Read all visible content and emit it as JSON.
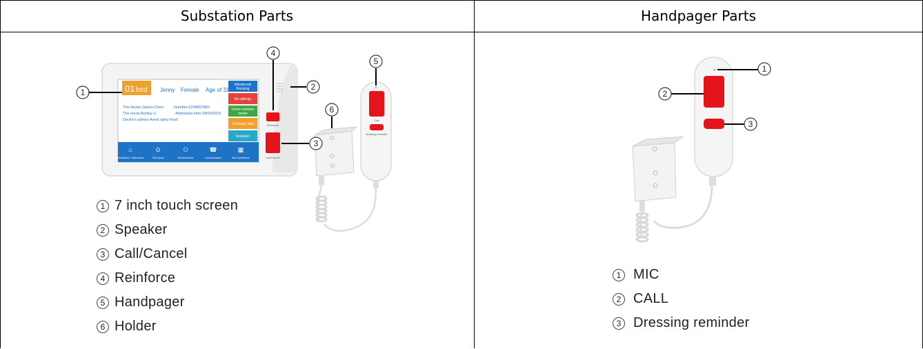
{
  "headers": {
    "left": "Substation Parts",
    "right": "Handpager Parts"
  },
  "substation": {
    "screen": {
      "bed_number": "01",
      "bed_word": "bed",
      "patient_name": "Jenny",
      "gender": "Female",
      "age": "Age of 31",
      "doctor": "The doctor:James Chen",
      "number": "Number:1234567890",
      "nurse": "The nurse:Ashley Li",
      "admission": "Admission time:19/03/2019",
      "advice": "Doctor's advice:Avoid spicy food",
      "tags": [
        {
          "label": "Advanced Nursing",
          "color": "#1f73c7"
        },
        {
          "label": "No allergy",
          "color": "#e8413b"
        },
        {
          "label": "Urine volume meter",
          "color": "#3fa845"
        },
        {
          "label": "Ordinary diet",
          "color": "#f0a02c"
        },
        {
          "label": "Isolation",
          "color": "#25a8c9"
        }
      ],
      "nav": [
        "Introduction / Instructions",
        "Call Inquiry",
        "Reinforcement",
        "Communication",
        "More operations"
      ]
    },
    "reinforce_label": "Reinforce",
    "call_cancel_label": "Call/Cancel",
    "handpager_call_label": "Call",
    "handpager_dressing_label": "Dressing reminder",
    "callouts": [
      "1",
      "2",
      "3",
      "4",
      "5",
      "6"
    ],
    "legend": [
      {
        "num": "1",
        "text": "7 inch touch screen"
      },
      {
        "num": "2",
        "text": "Speaker"
      },
      {
        "num": "3",
        "text": "Call/Cancel"
      },
      {
        "num": "4",
        "text": "Reinforce"
      },
      {
        "num": "5",
        "text": "Handpager"
      },
      {
        "num": "6",
        "text": "Holder"
      }
    ]
  },
  "handpager": {
    "callouts": [
      "1",
      "2",
      "3"
    ],
    "legend": [
      {
        "num": "1",
        "text": "MIC"
      },
      {
        "num": "2",
        "text": "CALL"
      },
      {
        "num": "3",
        "text": "Dressing reminder"
      }
    ]
  },
  "colors": {
    "red": "#e3141b",
    "screen_blue": "#1f73c7"
  }
}
